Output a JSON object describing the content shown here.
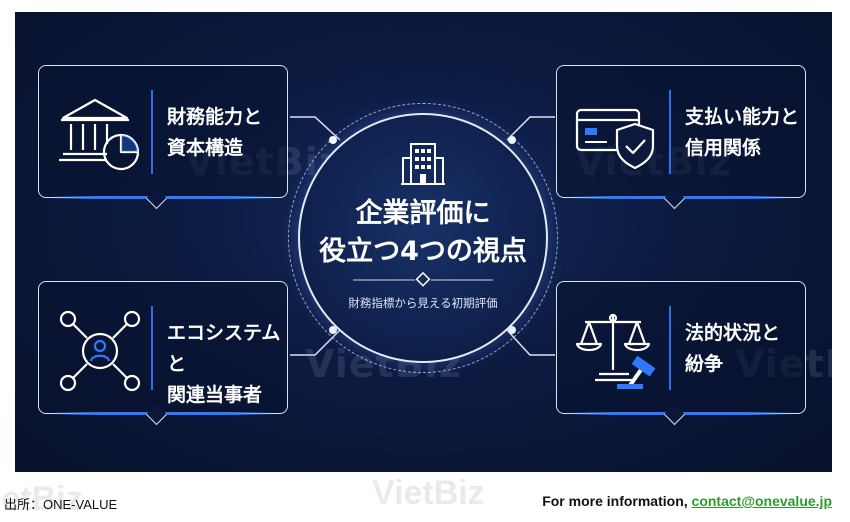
{
  "diagram": {
    "title": "企業評価に\n役立つ4つの視点",
    "subtitle": "財務指標から見える初期評価",
    "cards": [
      {
        "title": "財務能力と\n資本構造",
        "icon": "bank-chart-icon"
      },
      {
        "title": "支払い能力と\n信用関係",
        "icon": "credit-card-shield-icon"
      },
      {
        "title": "エコシステムと\n関連当事者",
        "icon": "network-person-icon"
      },
      {
        "title": "法的状況と\n紛争",
        "icon": "scales-gavel-icon"
      }
    ]
  },
  "watermark": "VietBiz",
  "footer": {
    "source": "出所：ONE-VALUE",
    "info_prefix": "For more information,",
    "email": "contact@onevalue.jp"
  },
  "colors": {
    "background": "#0b1840",
    "accent": "#2f78ff",
    "link": "#2e9a2e"
  }
}
